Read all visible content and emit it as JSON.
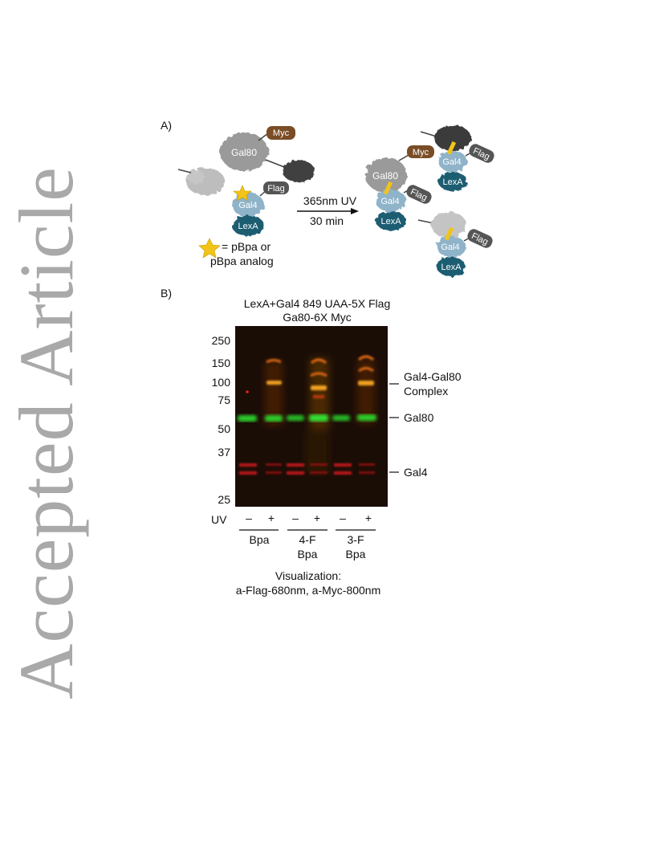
{
  "watermark": "Accepted Article",
  "panel_a": {
    "label": "A)",
    "proteins": {
      "myc": "Myc",
      "gal80": "Gal80",
      "flag": "Flag",
      "gal4": "Gal4",
      "lexa": "LexA"
    },
    "arrow_top": "365nm UV",
    "arrow_bottom": "30 min",
    "legend_line1": "= pBpa or",
    "legend_line2": "pBpa analog"
  },
  "panel_b": {
    "label": "B)",
    "title_line1": "LexA+Gal4 849 UAA-5X Flag",
    "title_line2": "Ga80-6X Myc",
    "mw_markers": [
      "250",
      "150",
      "100",
      "75",
      "50",
      "37",
      "25"
    ],
    "band_labels": {
      "complex_line1": "Gal4-Gal80",
      "complex_line2": "Complex",
      "gal80": "Gal80",
      "gal4": "Gal4"
    },
    "uv_label": "UV",
    "uv_signs": [
      "–",
      "+",
      "–",
      "+",
      "–",
      "+"
    ],
    "groups": [
      {
        "line1": "Bpa",
        "line2": ""
      },
      {
        "line1": "4-F",
        "line2": "Bpa"
      },
      {
        "line1": "3-F",
        "line2": "Bpa"
      }
    ],
    "caption_line1": "Visualization:",
    "caption_line2": "a-Flag-680nm, a-Myc-800nm"
  }
}
